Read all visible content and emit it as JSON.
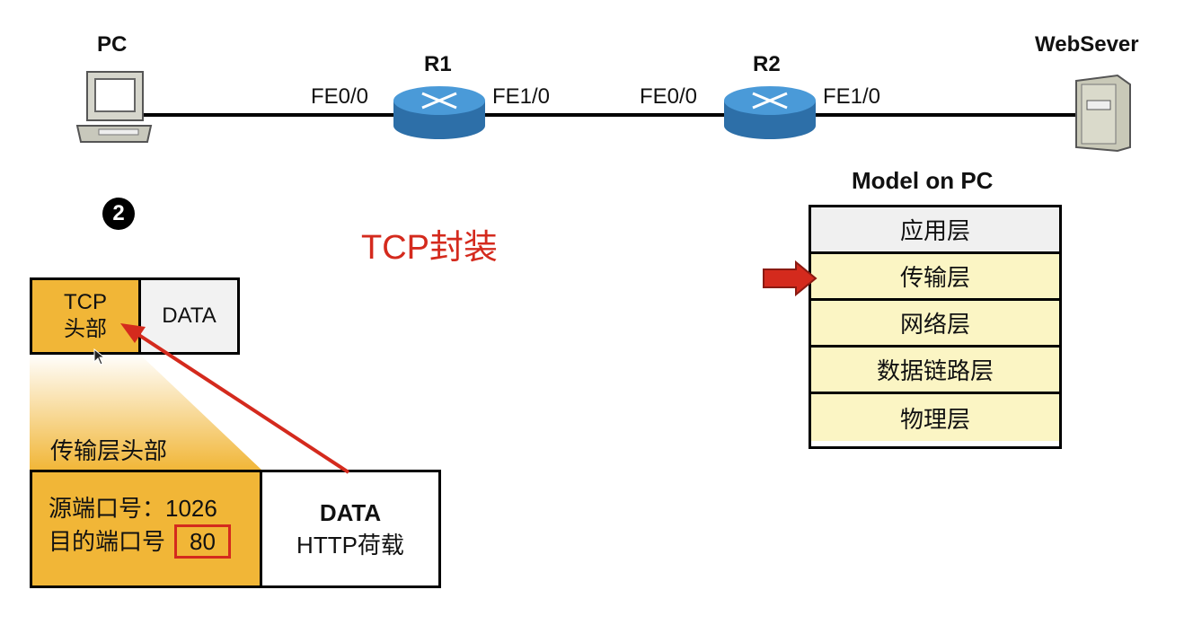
{
  "network": {
    "pc_label": "PC",
    "r1_label": "R1",
    "r2_label": "R2",
    "server_label": "WebSever",
    "r1_left_if": "FE0/0",
    "r1_right_if": "FE1/0",
    "r2_left_if": "FE0/0",
    "r2_right_if": "FE1/0"
  },
  "step_number": "2",
  "caption": "TCP封装",
  "small_header": {
    "tcp_line1": "TCP",
    "tcp_line2": "头部",
    "data": "DATA"
  },
  "transport_header_label": "传输层头部",
  "big_header": {
    "src_port_text": "源端口号：1026",
    "dst_port_text": "目的端口号",
    "dst_port_value": "80",
    "data_title": "DATA",
    "data_subtitle": "HTTP荷载"
  },
  "model": {
    "title": "Model on PC",
    "layers": [
      "应用层",
      "传输层",
      "网络层",
      "数据链路层",
      "物理层"
    ],
    "active_layer": "传输层"
  },
  "colors": {
    "header_orange": "#f1b637",
    "highlight_red": "#d42a1d",
    "layer_yellow": "#fbf5c4",
    "router_blue": "#3e8fd0"
  }
}
